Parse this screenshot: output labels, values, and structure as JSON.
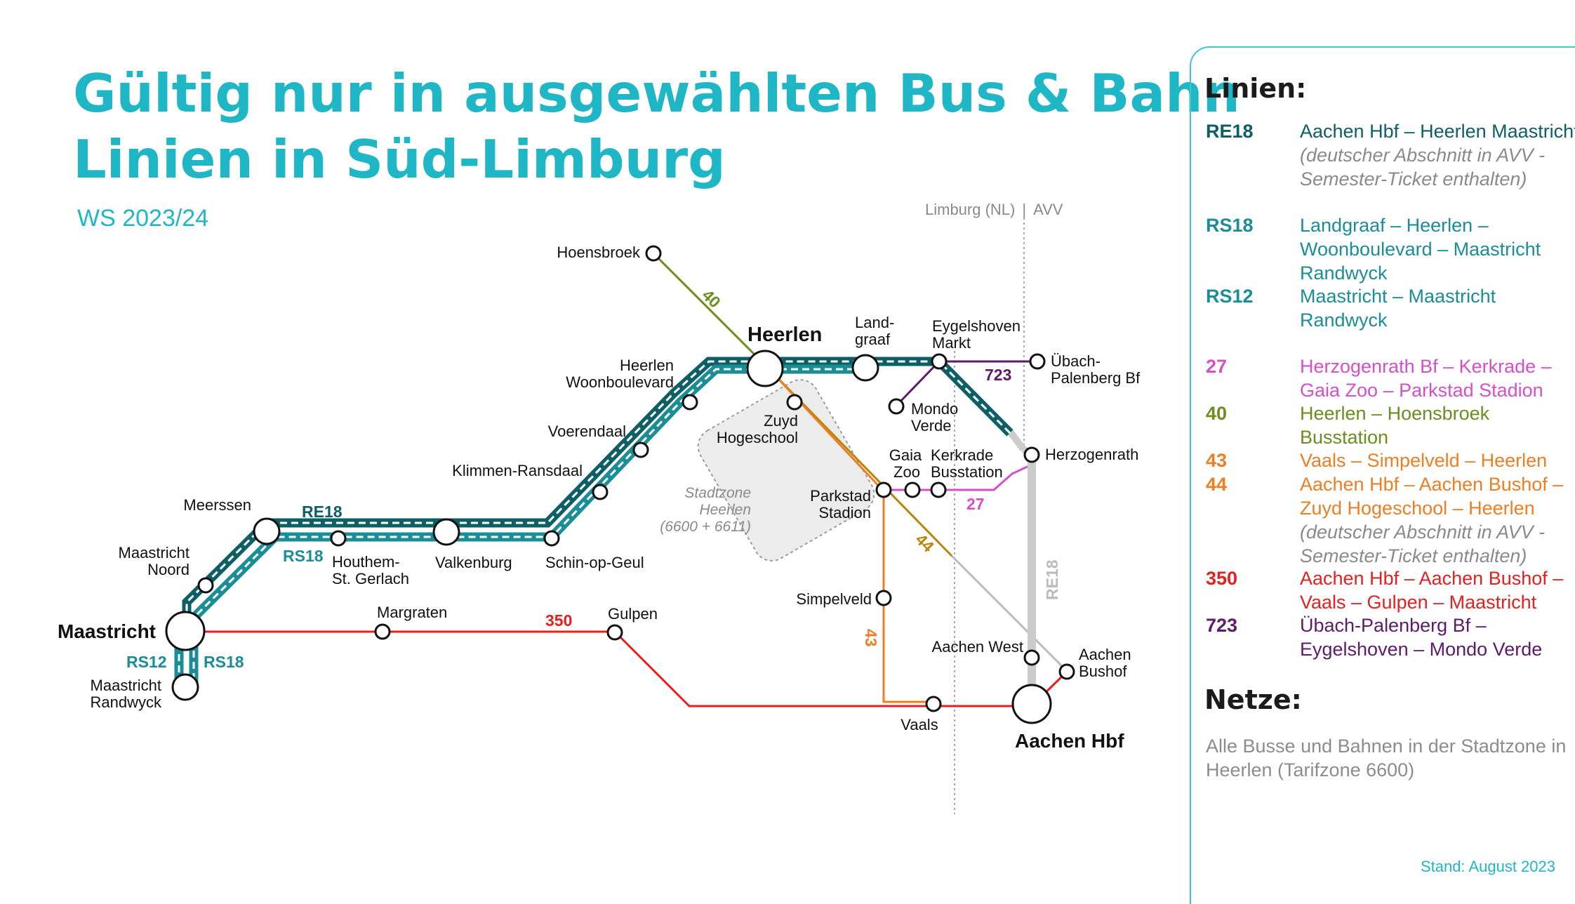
{
  "title_line1": "Gültig nur in ausgewählten Bus & Bahn",
  "title_line2": "Linien in Süd-Limburg",
  "subtitle": "WS 2023/24",
  "border": {
    "left": "Limburg (NL)",
    "separator": "|",
    "right": "AVV"
  },
  "zone": {
    "line1": "Stadtzone",
    "line2": "Heerlen",
    "line3": "(6600 + 6611)"
  },
  "colors": {
    "accent": "#1fb6c5",
    "re18": "#0d5f66",
    "rs": "#1b8d96",
    "l27": "#d64fc9",
    "l40": "#6b8e1f",
    "l43": "#ef7d22",
    "l44": "#b8860b",
    "l350": "#e5201f",
    "l723": "#5e1a6b",
    "border": "#aaaaaa"
  },
  "stations": {
    "hoensbroek": "Hoensbroek",
    "heerlen": "Heerlen",
    "landgraaf1": "Land-",
    "landgraaf2": "graaf",
    "eygelshoven1": "Eygelshoven",
    "eygelshoven2": "Markt",
    "uebach1": "Übach-",
    "uebach2": "Palenberg Bf",
    "woonboulevard1": "Heerlen",
    "woonboulevard2": "Woonboulevard",
    "mondo1": "Mondo",
    "mondo2": "Verde",
    "zuyd1": "Zuyd",
    "zuyd2": "Hogeschool",
    "voerendaal": "Voerendaal",
    "gaiazoo1": "Gaia",
    "gaiazoo2": "Zoo",
    "kerkrade1": "Kerkrade",
    "kerkrade2": "Busstation",
    "herzogenrath": "Herzogenrath",
    "klimmen": "Klimmen-Ransdaal",
    "parkstad1": "Parkstad",
    "parkstad2": "Stadion",
    "meerssen": "Meerssen",
    "maastricht_noord1": "Maastricht",
    "maastricht_noord2": "Noord",
    "houthem1": "Houthem-",
    "houthem2": "St. Gerlach",
    "valkenburg": "Valkenburg",
    "schin": "Schin-op-Geul",
    "maastricht": "Maastricht",
    "margraten": "Margraten",
    "gulpen": "Gulpen",
    "simpelveld": "Simpelveld",
    "aachen_west": "Aachen West",
    "aachen_bushof1": "Aachen",
    "aachen_bushof2": "Bushof",
    "randwyck1": "Maastricht",
    "randwyck2": "Randwyck",
    "vaals": "Vaals",
    "aachen_hbf": "Aachen Hbf"
  },
  "line_labels": {
    "l40": "40",
    "l723": "723",
    "re18": "RE18",
    "rs18": "RS18",
    "l27": "27",
    "l44": "44",
    "l350": "350",
    "l43": "43",
    "re18_vertical": "RE18",
    "rs12_bottom": "RS12",
    "rs18_bottom": "RS18"
  },
  "panel": {
    "linien_heading": "Linien:",
    "lines": [
      {
        "number": "RE18",
        "color": "#0d5f66",
        "text": "Aachen Hbf – Heerlen Maastricht",
        "text_color": "#0d5f66",
        "note": "(deutscher Abschnitt in AVV -Semester-Ticket enthalten)"
      },
      {
        "number": "RS18",
        "color": "#1b8d96",
        "text": "Landgraaf – Heerlen – Woonboulevard – Maastricht Randwyck",
        "text_color": "#1b8d96",
        "note": ""
      },
      {
        "number": "RS12",
        "color": "#1b8d96",
        "text": "Maastricht – Maastricht Randwyck",
        "text_color": "#1b8d96",
        "note": ""
      },
      {
        "number": "27",
        "color": "#d64fc9",
        "text": "Herzogenrath Bf – Kerkrade – Gaia Zoo – Parkstad Stadion",
        "text_color": "#d64fc9",
        "note": ""
      },
      {
        "number": "40",
        "color": "#6b8e1f",
        "text": "Heerlen – Hoensbroek Busstation",
        "text_color": "#6b8e1f",
        "note": ""
      },
      {
        "number": "43",
        "color": "#ef7d22",
        "text": "Vaals – Simpelveld – Heerlen",
        "text_color": "#ef7d22",
        "note": ""
      },
      {
        "number": "44",
        "color": "#ef7d22",
        "text": "Aachen Hbf – Aachen Bushof – Zuyd Hogeschool – Heerlen",
        "text_color": "#ef7d22",
        "note": "(deutscher Abschnitt in AVV -Semester-Ticket enthalten)"
      },
      {
        "number": "350",
        "color": "#e5201f",
        "text": "Aachen Hbf – Aachen Bushof – Vaals – Gulpen – Maastricht",
        "text_color": "#e5201f",
        "note": ""
      },
      {
        "number": "723",
        "color": "#5e1a6b",
        "text": "Übach-Palenberg Bf – Eygelshoven – Mondo Verde",
        "text_color": "#5e1a6b",
        "note": ""
      }
    ],
    "netze_heading": "Netze:",
    "netze_text": "Alle Busse und Bahnen in der Stadtzone in Heerlen (Tarifzone 6600)"
  },
  "stand": "Stand: August 2023"
}
